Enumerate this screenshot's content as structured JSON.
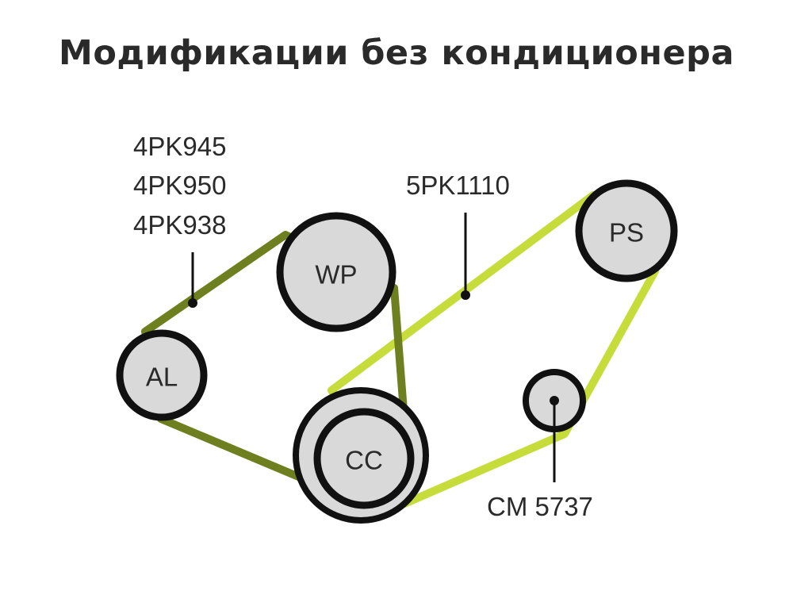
{
  "title": "Модификации без кондиционера",
  "colors": {
    "belt_dark": "#6d7f1e",
    "belt_light": "#c6dc3a",
    "pulley_fill": "#d9d9d9",
    "outline": "#111111",
    "text": "#2a2a2a"
  },
  "belt_a": {
    "part_numbers": [
      "4PK945",
      "4PK950",
      "4PK938"
    ],
    "color": "dark-olive"
  },
  "belt_b": {
    "part_number": "5PK1110",
    "color": "lime"
  },
  "tensioner": {
    "part_number": "CM 5737"
  },
  "pulleys": {
    "wp": "WP",
    "ps": "PS",
    "al": "AL",
    "cc": "CC"
  }
}
